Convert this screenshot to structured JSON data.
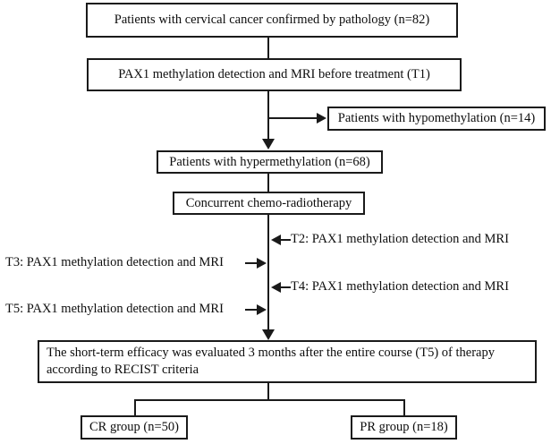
{
  "diagram": {
    "title": "Patient enrollment and PAX1 methylation study flowchart",
    "type": "flowchart",
    "colors": {
      "stroke": "#1a1a1a",
      "text": "#0d0d0d",
      "background": "#ffffff"
    },
    "nodes": {
      "enrolled": "Patients with cervical cancer confirmed by pathology (n=82)",
      "baseline": "PAX1 methylation detection and MRI before treatment (T1)",
      "hypomethylation": "Patients with hypomethylation (n=14)",
      "hypermethylation": "Patients with hypermethylation (n=68)",
      "treatment": "Concurrent chemo-radiotherapy",
      "evaluation": "The short-term efficacy was evaluated 3 months after the entire course (T5) of therapy according to RECIST criteria",
      "cr_group": "CR group (n=50)",
      "pr_group": "PR group (n=18)"
    },
    "timepoint_labels": {
      "t2": "T2: PAX1 methylation detection and MRI",
      "t3": "T3: PAX1 methylation detection and MRI",
      "t4": "T4: PAX1 methylation detection and MRI",
      "t5": "T5: PAX1 methylation detection and MRI"
    },
    "counts": {
      "enrolled": 82,
      "hypomethylation": 14,
      "hypermethylation": 68,
      "cr_group": 50,
      "pr_group": 18
    }
  }
}
